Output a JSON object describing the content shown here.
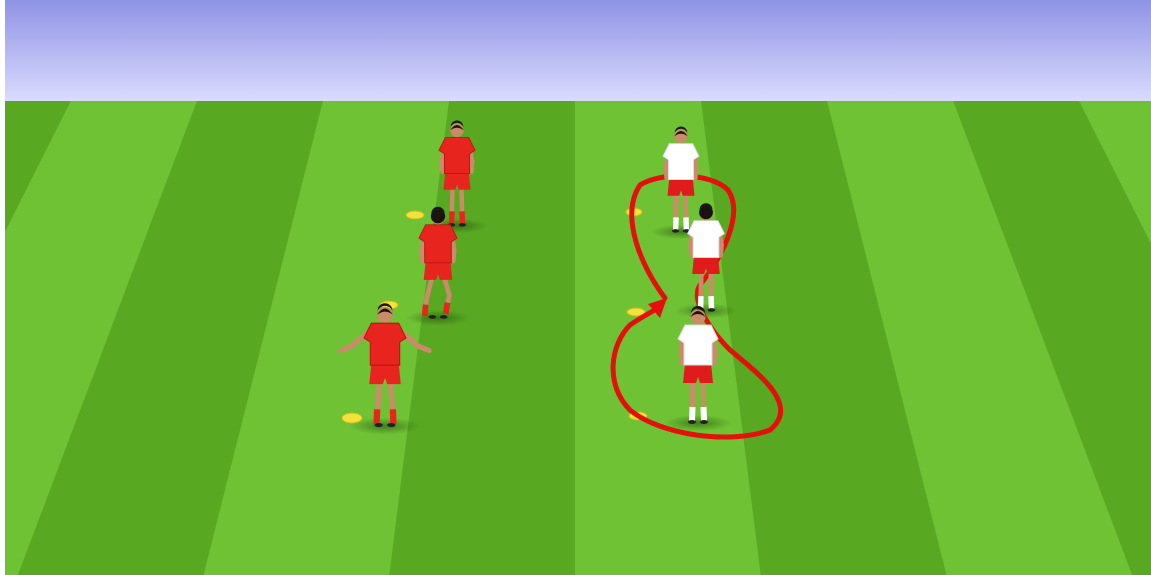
{
  "scene": {
    "colors": {
      "sky_top": "#8f93e4",
      "sky_bottom": "#dadcff",
      "grass_light": "#6fc234",
      "grass_dark": "#58a821",
      "red_team": "#e8241e",
      "white_team": "#ffffff",
      "shorts_white_team": "#e01b1b",
      "cone": "#f2e23a",
      "path": "#e3100d"
    },
    "red_players": [
      {
        "id": "red-1",
        "pose": "standing"
      },
      {
        "id": "red-2",
        "pose": "running-away"
      },
      {
        "id": "red-3",
        "pose": "arms-out"
      }
    ],
    "white_players": [
      {
        "id": "white-1",
        "pose": "standing"
      },
      {
        "id": "white-2",
        "pose": "jogging"
      },
      {
        "id": "white-3",
        "pose": "standing"
      }
    ],
    "cones": [
      {
        "id": "cone-1"
      },
      {
        "id": "cone-2"
      },
      {
        "id": "cone-3"
      },
      {
        "id": "cone-4"
      },
      {
        "id": "cone-5"
      },
      {
        "id": "cone-6"
      }
    ],
    "path": {
      "shape": "figure-eight",
      "arrow_direction": "up"
    }
  }
}
